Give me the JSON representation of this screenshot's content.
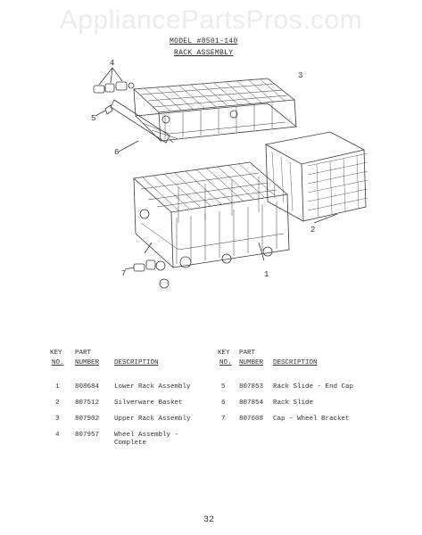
{
  "watermark": "AppliancePartsPros.com",
  "model_title": "MODEL #8501-140",
  "assembly_title": "RACK ASSEMBLY",
  "callouts": [
    "4",
    "3",
    "5",
    "6",
    "2",
    "1",
    "7"
  ],
  "headers": {
    "key": "KEY",
    "no": "NO.",
    "part": "PART",
    "number": "NUMBER",
    "description": "DESCRIPTION"
  },
  "parts_left": [
    {
      "key": "1",
      "number": "808684",
      "desc": "Lower Rack Assembly"
    },
    {
      "key": "2",
      "number": "807512",
      "desc": "Silverware Basket"
    },
    {
      "key": "3",
      "number": "807902",
      "desc": "Upper Rack Assembly"
    },
    {
      "key": "4",
      "number": "807957",
      "desc": "Wheel Assembly -\nComplete"
    }
  ],
  "parts_right": [
    {
      "key": "5",
      "number": "807853",
      "desc": "Rack Slide - End Cap"
    },
    {
      "key": "6",
      "number": "807854",
      "desc": "Rack Slide"
    },
    {
      "key": "7",
      "number": "807608",
      "desc": "Cap - Wheel Bracket"
    }
  ],
  "page_number": "32"
}
